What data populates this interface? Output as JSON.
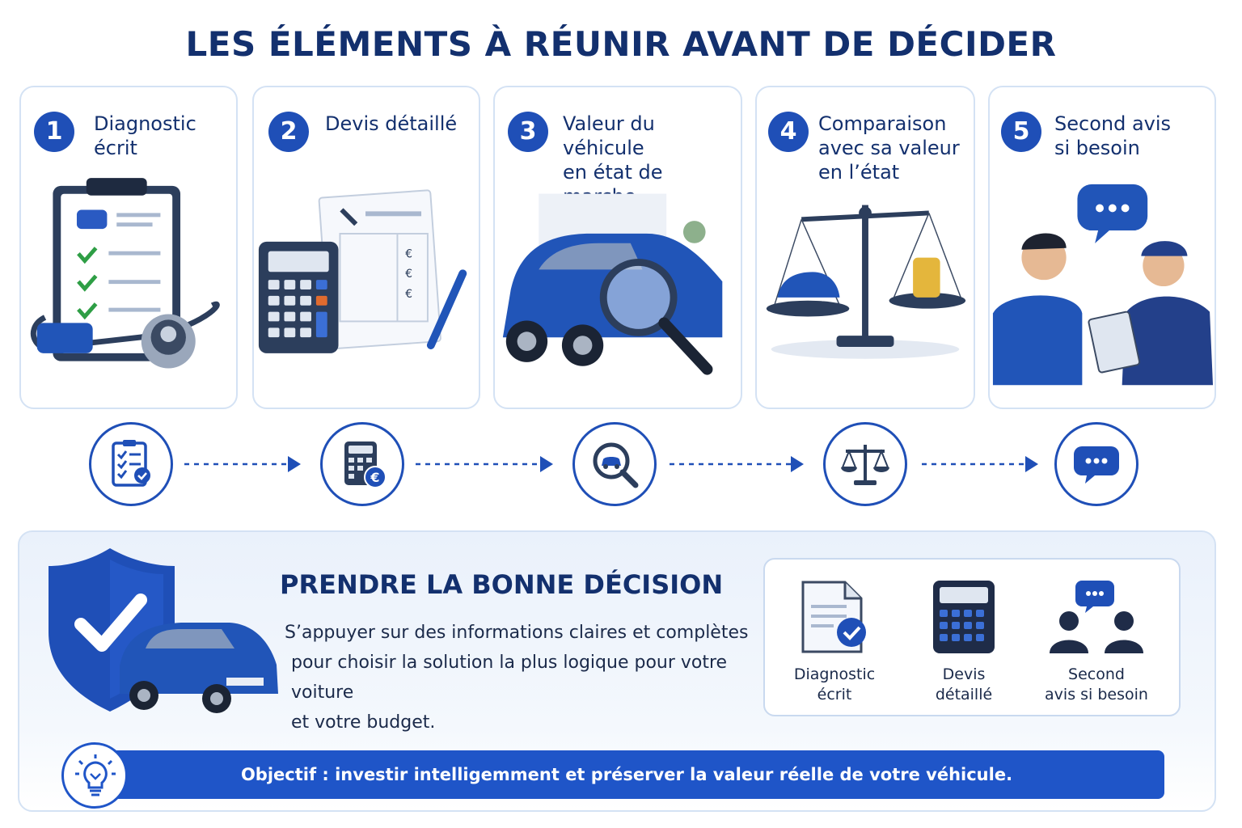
{
  "title": "LES ÉLÉMENTS À RÉUNIR AVANT DE DÉCIDER",
  "steps": [
    {
      "number": "1",
      "lines": [
        "Diagnostic",
        "écrit"
      ],
      "icon": "clipboard-checklist-icon"
    },
    {
      "number": "2",
      "lines": [
        "Devis détaillé"
      ],
      "icon": "calculator-euro-icon"
    },
    {
      "number": "3",
      "lines": [
        "Valeur du véhicule",
        "en état de marche"
      ],
      "icon": "magnifier-car-icon"
    },
    {
      "number": "4",
      "lines": [
        "Comparaison",
        "avec sa valeur",
        "en l’état"
      ],
      "icon": "scale-icon"
    },
    {
      "number": "5",
      "lines": [
        "Second avis",
        "si besoin"
      ],
      "icon": "speech-bubble-icon"
    }
  ],
  "decision": {
    "title": "PRENDRE LA BONNE DÉCISION",
    "lines": [
      "S’appuyer sur des informations claires et complètes",
      "pour choisir la solution la plus logique pour votre voiture",
      "et votre budget."
    ]
  },
  "summary": [
    {
      "lines": [
        "Diagnostic",
        "écrit"
      ],
      "icon": "document-check-icon"
    },
    {
      "lines": [
        "Devis",
        "détaillé"
      ],
      "icon": "calculator-icon"
    },
    {
      "lines": [
        "Second",
        "avis si besoin"
      ],
      "icon": "people-chat-icon"
    }
  ],
  "objective": "Objectif : investir intelligemment et préserver la valeur réelle de votre véhicule.",
  "colors": {
    "primary": "#1f4fb7",
    "dark_navy": "#13306e",
    "bar": "#1f55c8",
    "border": "#d4e2f4"
  }
}
